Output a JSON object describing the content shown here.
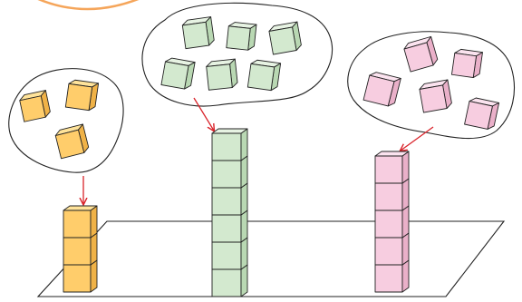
{
  "groups": [
    {
      "id": "yellow",
      "color_name": "orange-yellow",
      "cube_count": 3,
      "stacked_count": 3
    },
    {
      "id": "green",
      "color_name": "light-green",
      "cube_count": 6,
      "stacked_count": 6
    },
    {
      "id": "pink",
      "color_name": "pink",
      "cube_count": 5,
      "stacked_count": 5
    }
  ],
  "colors": {
    "yellow": {
      "top": "#ffe39a",
      "front": "#ffcd6b",
      "side": "#f0b247"
    },
    "green": {
      "top": "#e7f3e3",
      "front": "#d3e9cf",
      "side": "#b9d8b3"
    },
    "pink": {
      "top": "#fbe3ef",
      "front": "#f7cde0",
      "side": "#eab0c9"
    },
    "arrow": "#d9232a",
    "outline": "#222222",
    "banner": "#f5a55a"
  },
  "icons": [
    "arrow-down-icon",
    "cube-icon"
  ]
}
